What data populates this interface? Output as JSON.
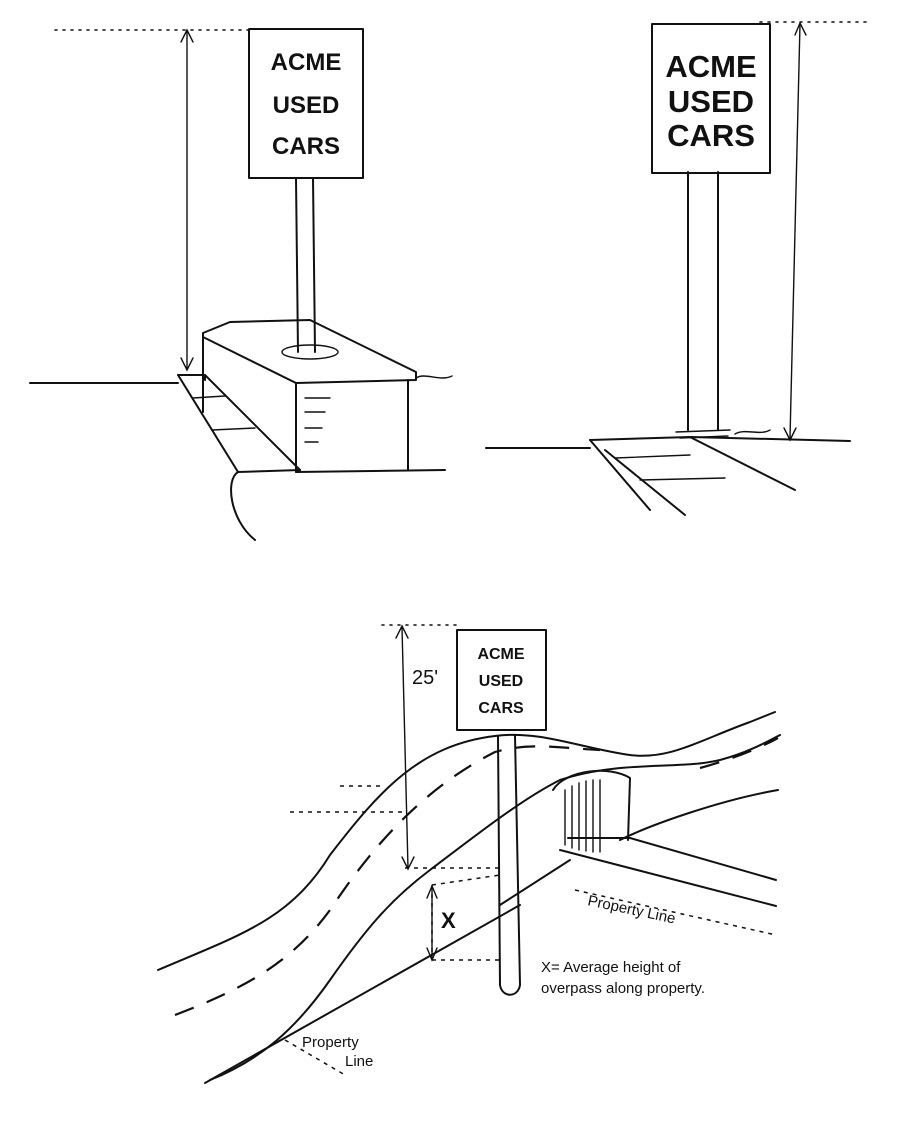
{
  "sign_left": {
    "line1": "ACME",
    "line2": "USED",
    "line3": "CARS"
  },
  "sign_right": {
    "line1": "ACME",
    "line2": "USED",
    "line3": "CARS"
  },
  "sign_bottom": {
    "line1": "ACME",
    "line2": "USED",
    "line3": "CARS"
  },
  "labels": {
    "height_25": "25'",
    "x_marker": "X",
    "x_note_line1": "X= Average height of",
    "x_note_line2": "overpass along property.",
    "property_line_right": "Property Line",
    "property_line_left_1": "Property",
    "property_line_left_2": "Line"
  }
}
